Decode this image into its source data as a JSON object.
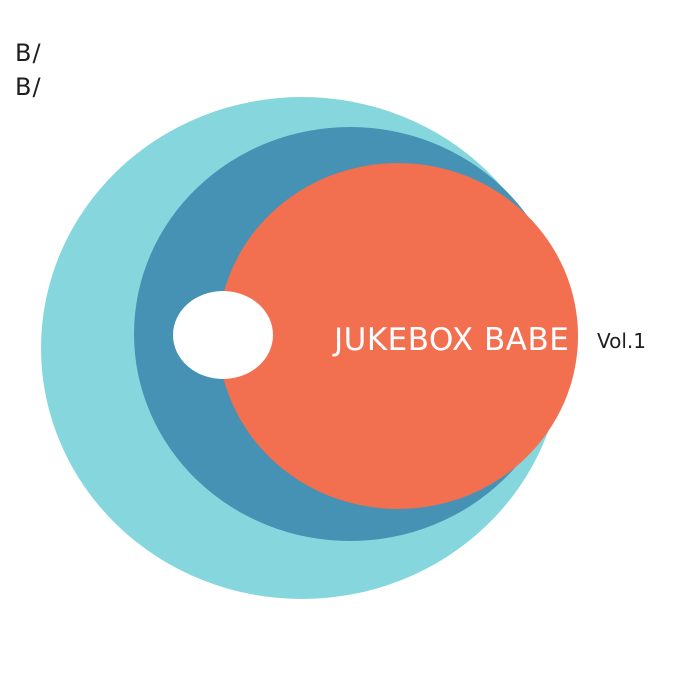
{
  "album": {
    "logo_lines": [
      "B/",
      "B/"
    ],
    "title": "JUKEBOX BABE",
    "volume": "Vol.1"
  },
  "colors": {
    "background": "#ffffff",
    "outer_circle": "#86d7dd",
    "middle_circle": "#4692b4",
    "inner_circle": "#f26f50",
    "title_text": "#ffffff",
    "label_text": "#1f1f1f"
  }
}
